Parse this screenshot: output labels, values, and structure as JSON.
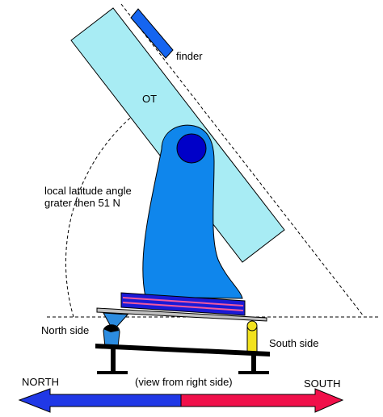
{
  "labels": {
    "finder": "finder",
    "ot": "OT",
    "latitude_line1": "local latitude angle",
    "latitude_line2": "grater then 51 N",
    "north_side": "North side",
    "south_side": "South side",
    "north": "NORTH",
    "south": "SOUTH",
    "view_note": "(view from right side)"
  },
  "colors": {
    "tube": "#a8ecf4",
    "mount_body": "#0f86ec",
    "bearing_dot": "#0000c8",
    "finder": "#1565f0",
    "platform_blue": "#1a1ad6",
    "platform_stripe": "#f05aa0",
    "base_bar": "#000000",
    "north_wedge": "#2c8ce0",
    "south_post": "#f2e21e",
    "arrow_north": "#2038e6",
    "arrow_south": "#f0104a",
    "guide_lines": "#000000"
  },
  "icons": {
    "north_arrow": "arrow-left-icon",
    "south_arrow": "arrow-right-icon"
  }
}
